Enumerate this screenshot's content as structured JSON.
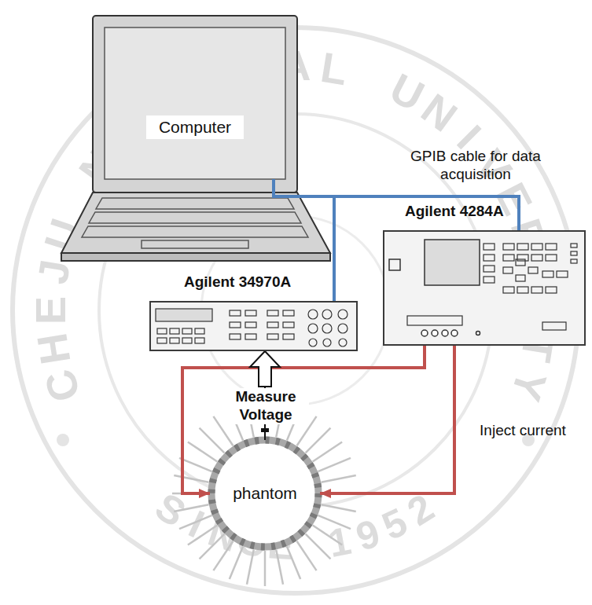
{
  "diagram": {
    "nodes": [
      {
        "text": [
          "Computer"
        ]
      },
      {
        "text": [
          "Agilent 4284A"
        ]
      },
      {
        "text": [
          "Agilent 34970A"
        ]
      },
      {
        "text": [
          "phantom"
        ]
      }
    ],
    "edges": [
      {
        "from": 0,
        "to": 2,
        "arrow": "none"
      },
      {
        "from": 0,
        "to": 1,
        "arrow": "none",
        "label": "GPIB cable for data acquisition"
      },
      {
        "from": 1,
        "to": 3,
        "arrow": "to"
      },
      {
        "from": 1,
        "to": 3,
        "arrow": "to",
        "label": "Inject current"
      },
      {
        "from": 3,
        "to": 2,
        "arrow": "to",
        "label": "Measure Voltage"
      }
    ],
    "labels": [
      "CHEJU NATIONAL UNIVERSITY",
      "SINCE 1952"
    ]
  }
}
